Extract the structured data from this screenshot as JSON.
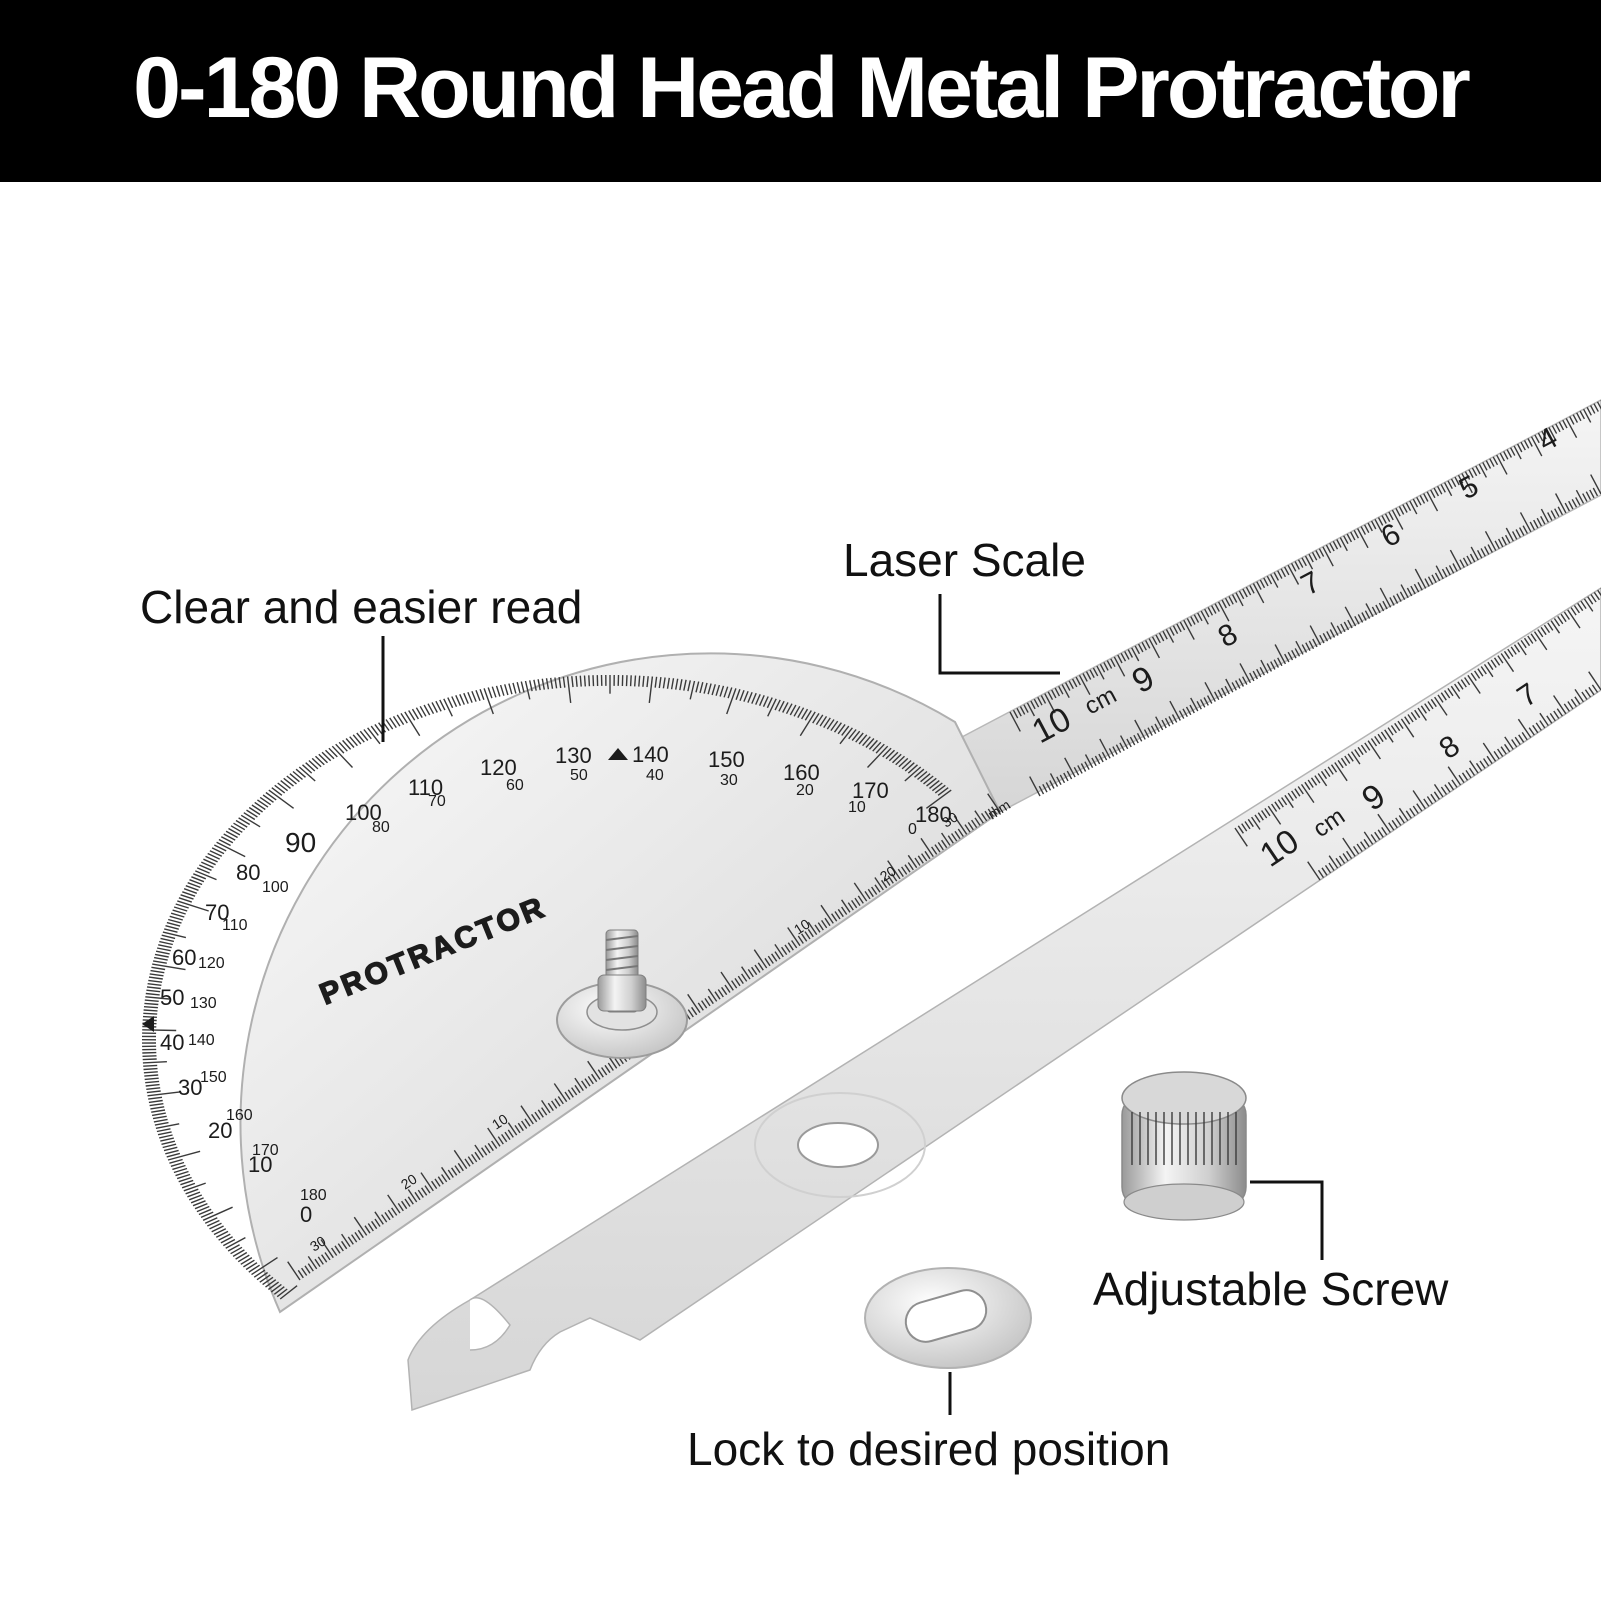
{
  "banner": {
    "title": "0-180 Round Head Metal Protractor",
    "background": "#000000",
    "text_color": "#ffffff"
  },
  "callouts": {
    "clear_read": "Clear and easier read",
    "laser_scale": "Laser Scale",
    "adjustable_screw": "Adjustable Screw",
    "lock_position": "Lock to desired position"
  },
  "protractor": {
    "engraving": "PROTRACTOR",
    "outer_scale": [
      "0",
      "10",
      "20",
      "30",
      "40",
      "50",
      "60",
      "70",
      "80",
      "90",
      "100",
      "110",
      "120",
      "130",
      "140",
      "150",
      "160",
      "170",
      "180"
    ],
    "inner_scale": [
      "180",
      "170",
      "160",
      "150",
      "140",
      "130",
      "120",
      "110",
      "100",
      "80",
      "70",
      "60",
      "50",
      "40",
      "30",
      "20",
      "10",
      "0"
    ],
    "small_scale_labels": [
      "30",
      "20",
      "10",
      "10",
      "20",
      "30"
    ],
    "unit_label": "mm"
  },
  "rulers": {
    "upper": {
      "numbers": [
        "10",
        "9",
        "8",
        "7",
        "6",
        "5",
        "4"
      ],
      "unit": "cm"
    },
    "lower": {
      "numbers": [
        "10",
        "9",
        "8",
        "7"
      ],
      "unit": "cm"
    }
  },
  "colors": {
    "steel_light": "#f2f2f2",
    "steel_mid": "#dcdcdc",
    "steel_dark": "#b5b5b5",
    "engraving": "#1c1c1c"
  }
}
